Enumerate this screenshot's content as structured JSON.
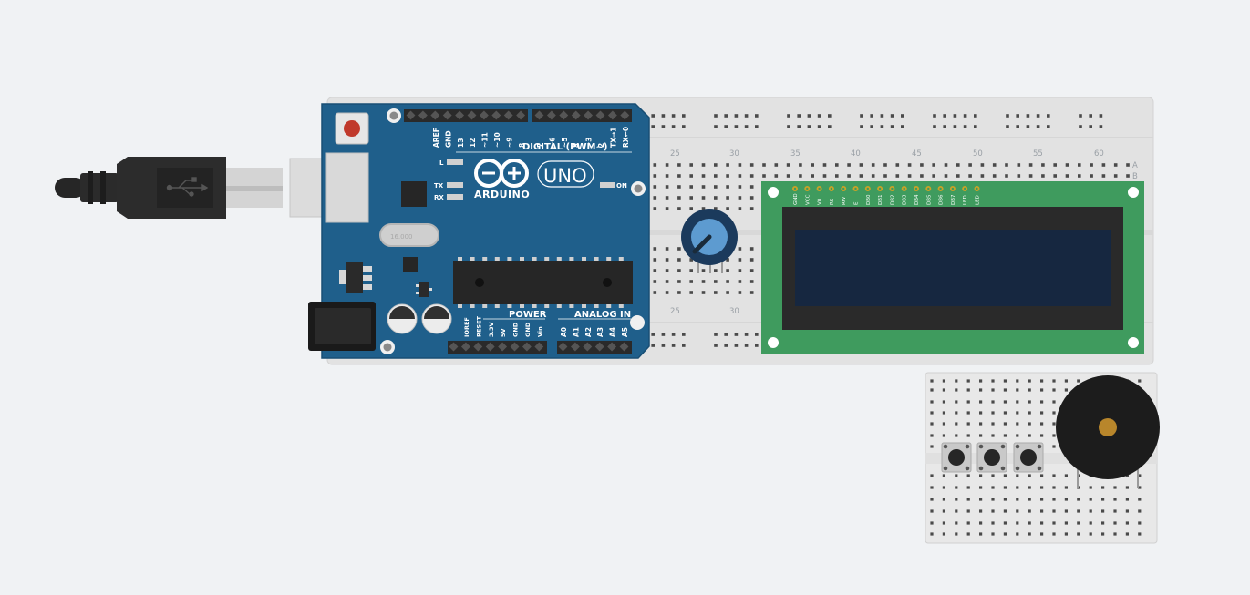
{
  "breadboard_main": {
    "column_labels": [
      "25",
      "30",
      "35",
      "40",
      "45",
      "50",
      "55",
      "60"
    ],
    "column_labels_bottom": [
      "25",
      "30"
    ],
    "row_labels": [
      "A",
      "B"
    ]
  },
  "arduino": {
    "brand": "ARDUINO",
    "model": "UNO",
    "digital_header_label": "DIGITAL (PWM~)",
    "power_label": "POWER",
    "analog_label": "ANALOG IN",
    "on_label": "ON",
    "led_l": "L",
    "led_tx": "TX",
    "led_rx": "RX",
    "crystal_label": "16.000",
    "digital_pins_left": [
      "AREF",
      "GND",
      "13",
      "12",
      "~11",
      "~10",
      "~9",
      "8"
    ],
    "digital_pins_right": [
      "7",
      "~6",
      "~5",
      "4",
      "~3",
      "2",
      "TX→1",
      "RX←0"
    ],
    "power_pins": [
      "IOREF",
      "RESET",
      "3.3V",
      "5V",
      "GND",
      "GND",
      "Vin"
    ],
    "analog_pins": [
      "A0",
      "A1",
      "A2",
      "A3",
      "A4",
      "A5"
    ]
  },
  "lcd": {
    "pins": [
      "GND",
      "VCC",
      "V0",
      "RS",
      "RW",
      "E",
      "DB0",
      "DB1",
      "DB2",
      "DB3",
      "DB4",
      "DB5",
      "DB6",
      "DB7",
      "LED",
      "LED"
    ],
    "display_text": ""
  },
  "components": {
    "potentiometer": "potentiometer",
    "buzzer": "piezo-buzzer",
    "pushbuttons": 3
  },
  "colors": {
    "arduino_board": "#1f5f8b",
    "lcd_board": "#3f9b5e",
    "lcd_screen": "#162740",
    "breadboard": "#e2e2e2",
    "buzzer": "#1c1c1c",
    "background": "#f0f2f4"
  }
}
